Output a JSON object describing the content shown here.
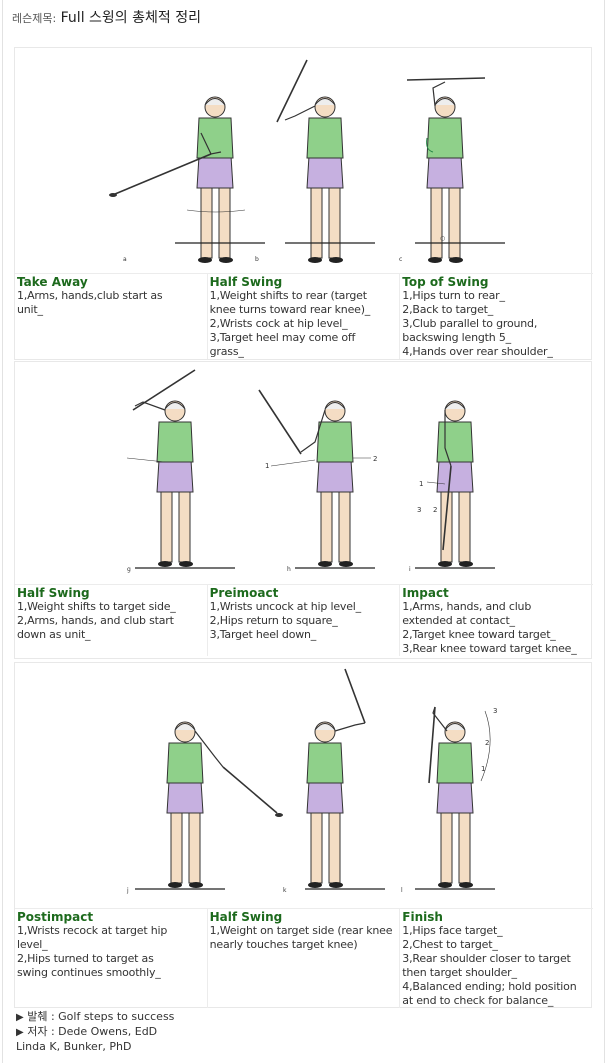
{
  "header": {
    "prefix": "레슨제목:",
    "title": "Full 스윙의 총체적 정리"
  },
  "panels": [
    {
      "steps": [
        {
          "title": "Take Away",
          "lines": [
            "1,Arms, hands,club start as",
            "unit_"
          ]
        },
        {
          "title": "Half Swing",
          "lines": [
            "1,Weight shifts to rear (target",
            "knee turns toward rear knee)_",
            "2,Wrists cock at hip level_",
            "3,Target heel may come off",
            "grass_"
          ]
        },
        {
          "title": "Top of Swing",
          "lines": [
            "1,Hips turn to rear_",
            "2,Back to target_",
            "3,Club parallel to ground,",
            "backswing length 5_",
            "4,Hands over rear shoulder_"
          ]
        }
      ]
    },
    {
      "steps": [
        {
          "title": "Half Swing",
          "lines": [
            "1,Weight shifts to target side_",
            "2,Arms, hands, and club start",
            "down as unit_"
          ]
        },
        {
          "title": "Preimoact",
          "lines": [
            "1,Wrists uncock at hip level_",
            "2,Hips return to square_",
            "3,Target heel down_"
          ]
        },
        {
          "title": "Impact",
          "lines": [
            "1,Arms, hands, and club",
            "extended at contact_",
            "2,Target knee toward target_",
            "3,Rear knee toward target knee_"
          ]
        }
      ]
    },
    {
      "steps": [
        {
          "title": "Postimpact",
          "lines": [
            "1,Wrists recock at target hip",
            "level_",
            "2,Hips turned to target as",
            "swing continues smoothly_"
          ]
        },
        {
          "title": "Half Swing",
          "lines": [
            "1,Weight on target side (rear knee",
            "nearly touches target knee)"
          ]
        },
        {
          "title": "Finish",
          "lines": [
            "1,Hips face target_",
            "2,Chest to target_",
            "3,Rear shoulder closer to target",
            "then target shoulder_",
            "4,Balanced ending; hold position",
            "at end to check for balance_"
          ]
        }
      ]
    }
  ],
  "figure_labels": {
    "p1": [
      "a",
      "b",
      "c"
    ],
    "p2": [
      "g",
      "h",
      "i"
    ],
    "p3": [
      "j",
      "k",
      "l"
    ],
    "p2_numbers": [
      "1",
      "2",
      "1",
      "2",
      "3"
    ],
    "p3_numbers": [
      "3",
      "2",
      "1"
    ]
  },
  "credits": {
    "source_label": "발췌 : Golf steps to success",
    "author_label": "저자 : Dede Owens, EdD",
    "coauthor": "Linda K, Bunker, PhD"
  },
  "colors": {
    "shirt": "#8fd08a",
    "shorts": "#c6b0e0",
    "skin": "#f4ddc4",
    "heading": "#1d6a1d"
  }
}
